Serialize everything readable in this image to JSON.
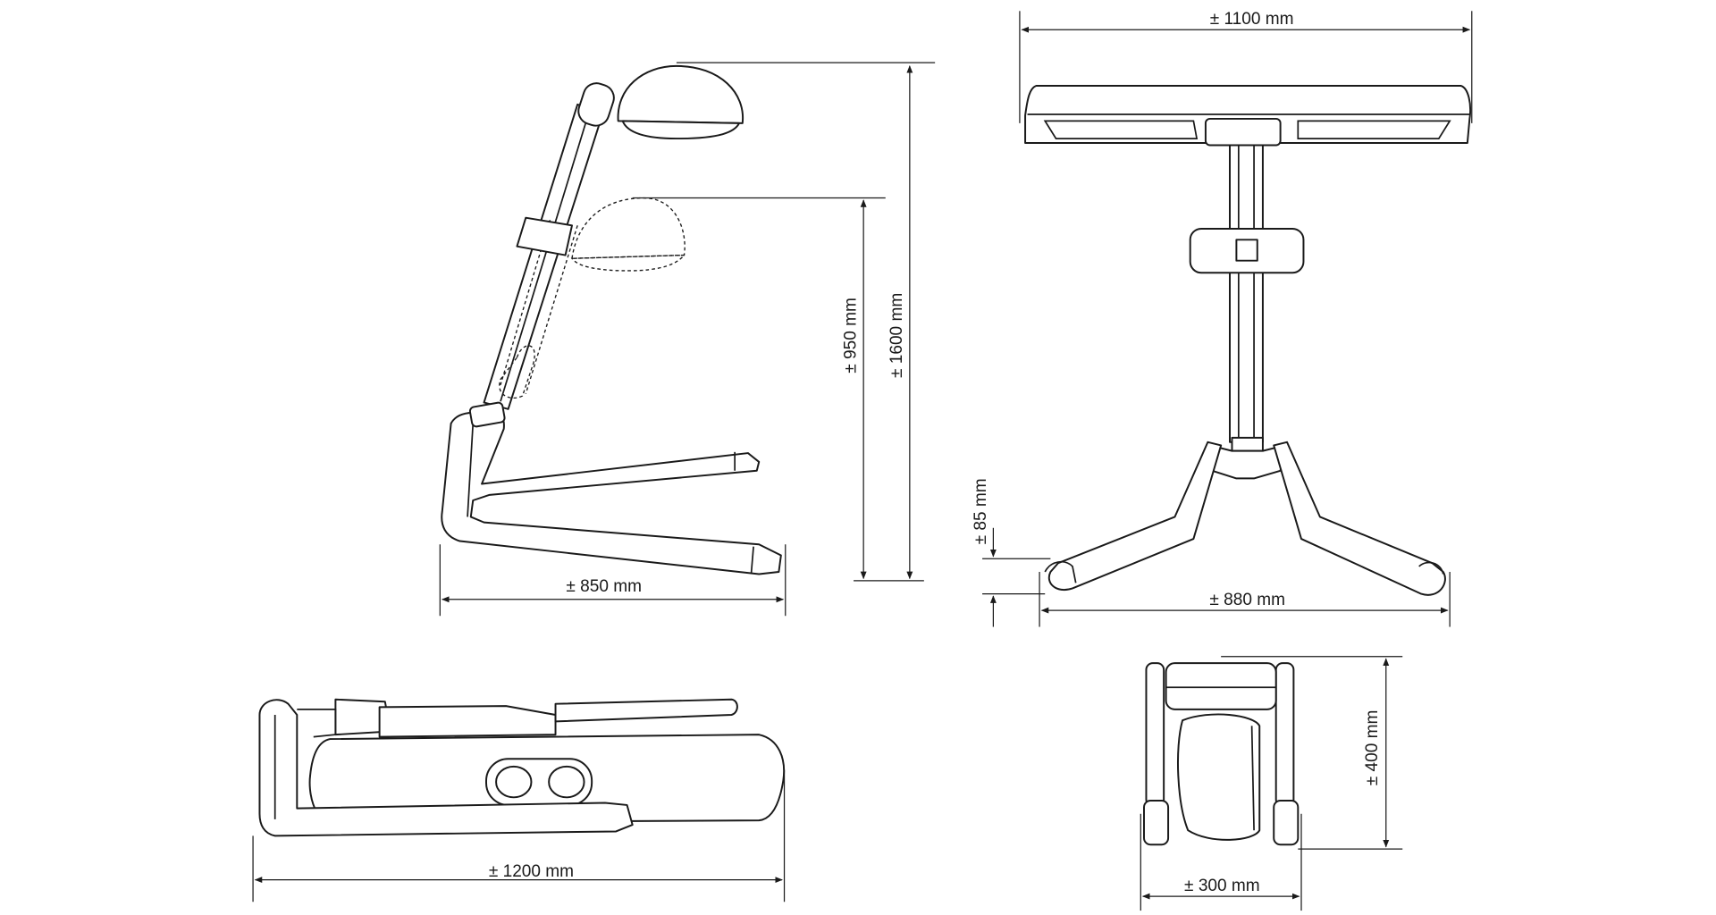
{
  "dimensions": {
    "side_height_lowered": "± 950 mm",
    "side_height_max": "± 1600 mm",
    "side_base_depth": "± 850 mm",
    "front_head_width": "± 1100 mm",
    "front_foot_height": "± 85 mm",
    "front_base_width": "± 880 mm",
    "folded_length": "± 1200 mm",
    "folded_height": "± 400 mm",
    "folded_width": "± 300 mm"
  },
  "colors": {
    "line": "#1a1a1a",
    "background": "#ffffff"
  }
}
